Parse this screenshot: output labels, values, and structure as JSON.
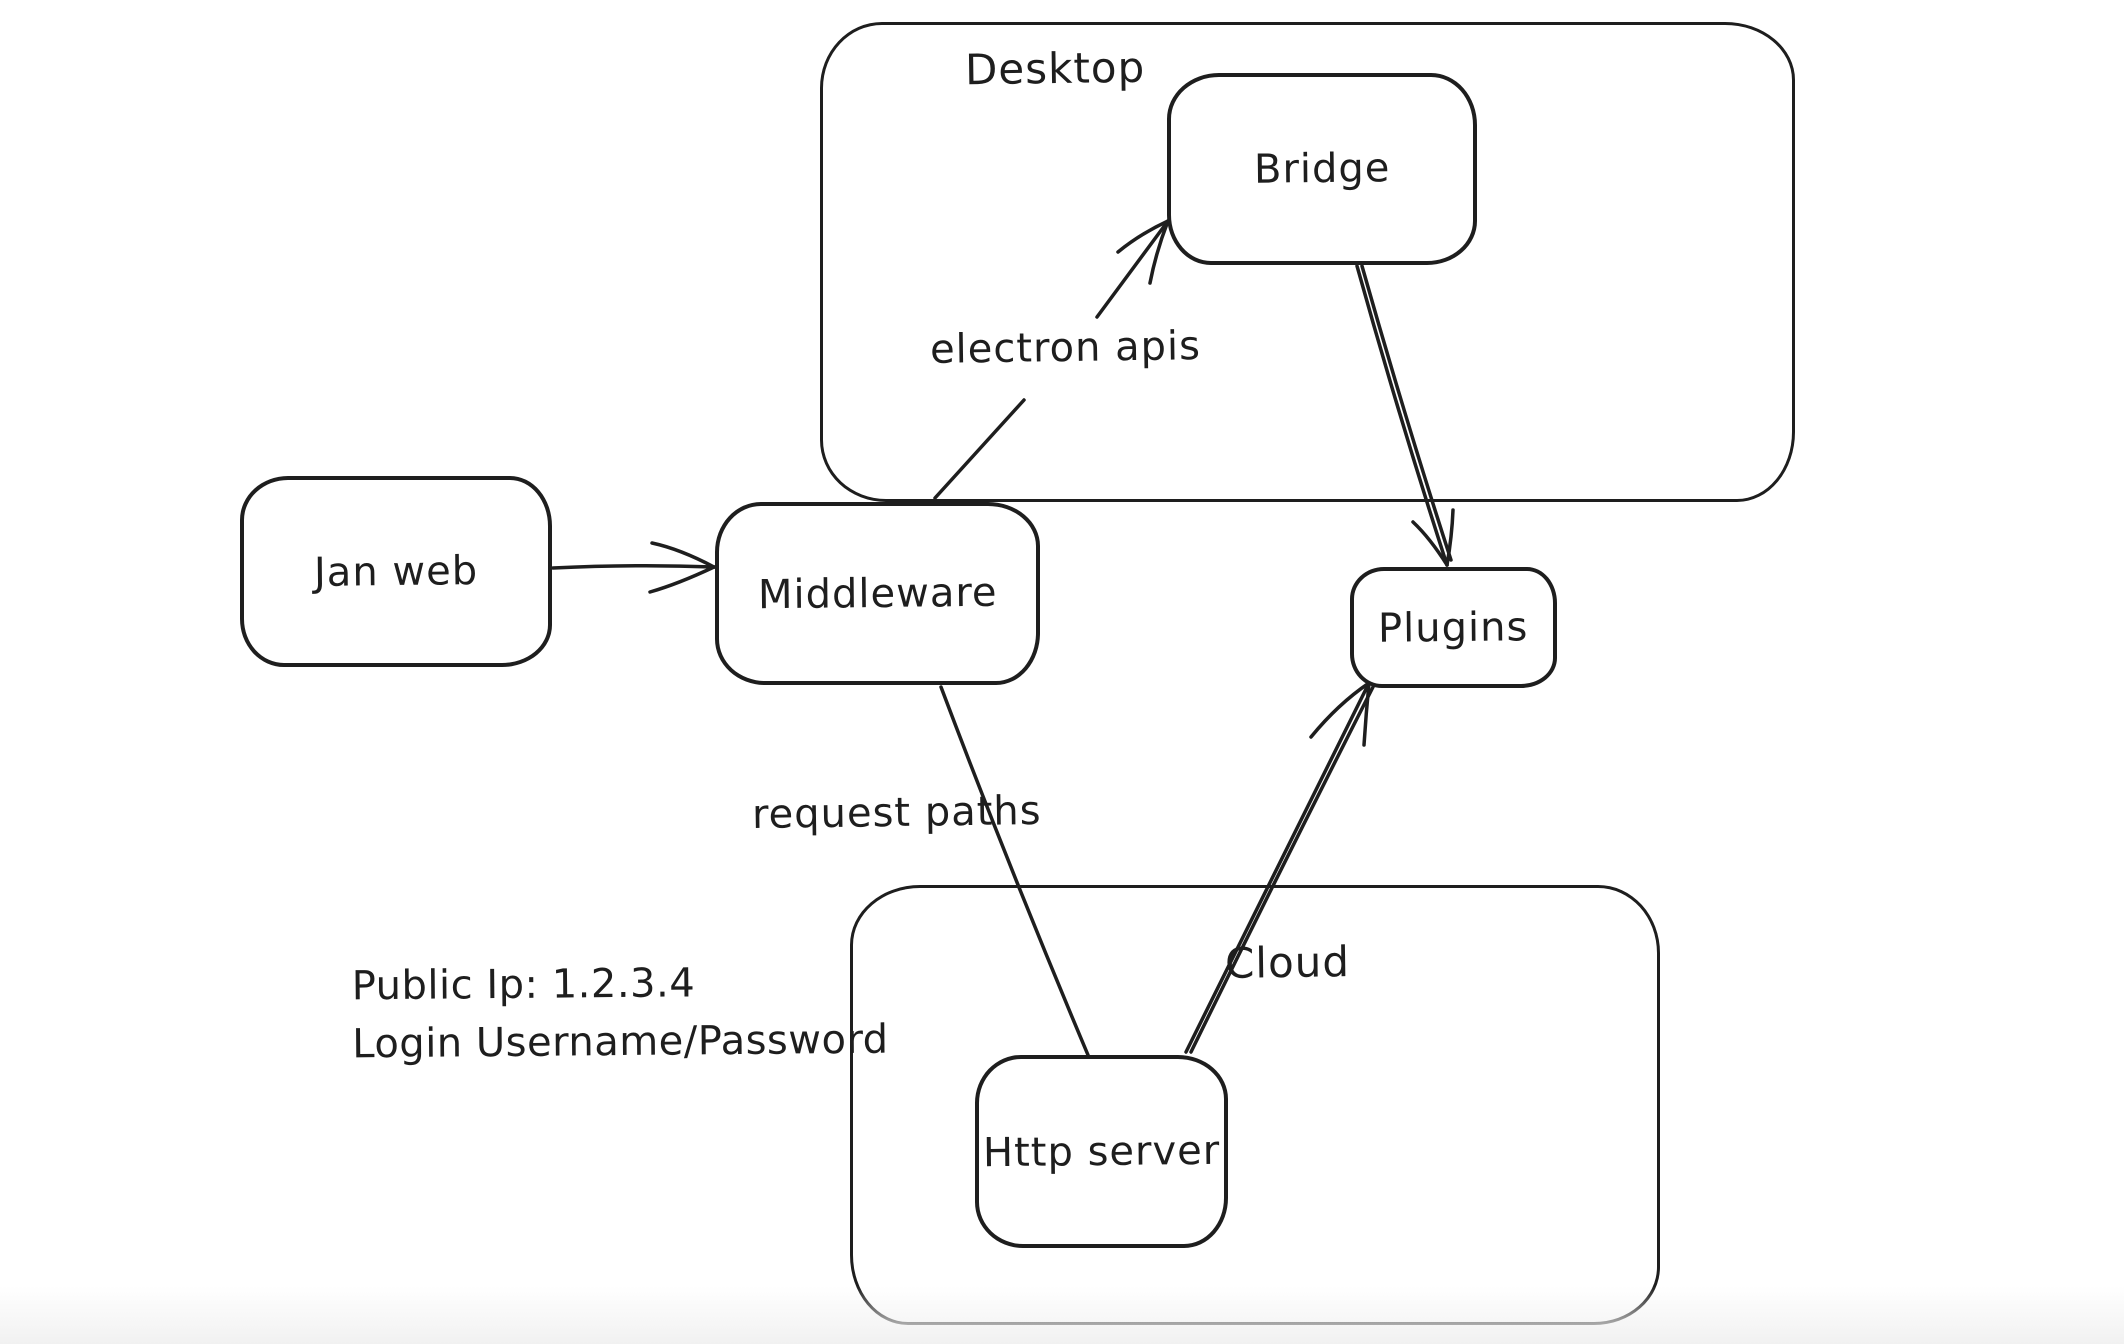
{
  "diagram": {
    "type": "architecture-sketch",
    "background": "#ffffff",
    "stroke": "#1e1e1e",
    "bottom_fade": "#f1f1f1"
  },
  "containers": {
    "desktop": {
      "label": "Desktop"
    },
    "cloud": {
      "label": "Cloud"
    }
  },
  "nodes": {
    "jan_web": {
      "label": "Jan web"
    },
    "middleware": {
      "label": "Middleware"
    },
    "bridge": {
      "label": "Bridge"
    },
    "plugins": {
      "label": "Plugins"
    },
    "http_server": {
      "label": "Http server"
    }
  },
  "edges": {
    "jan_web_to_middleware": {
      "from": "Jan web",
      "to": "Middleware",
      "label": ""
    },
    "middleware_to_bridge": {
      "from": "Middleware",
      "to": "Bridge",
      "label": "electron apis"
    },
    "bridge_to_plugins": {
      "from": "Bridge",
      "to": "Plugins",
      "label": ""
    },
    "middleware_to_http_server": {
      "from": "Middleware",
      "to": "Http server",
      "label": "request paths"
    },
    "http_server_to_plugins": {
      "from": "Http server",
      "to": "Plugins",
      "label": ""
    }
  },
  "annotations": {
    "public_ip": "Public Ip: 1.2.3.4",
    "login": "Login Username/Password"
  }
}
